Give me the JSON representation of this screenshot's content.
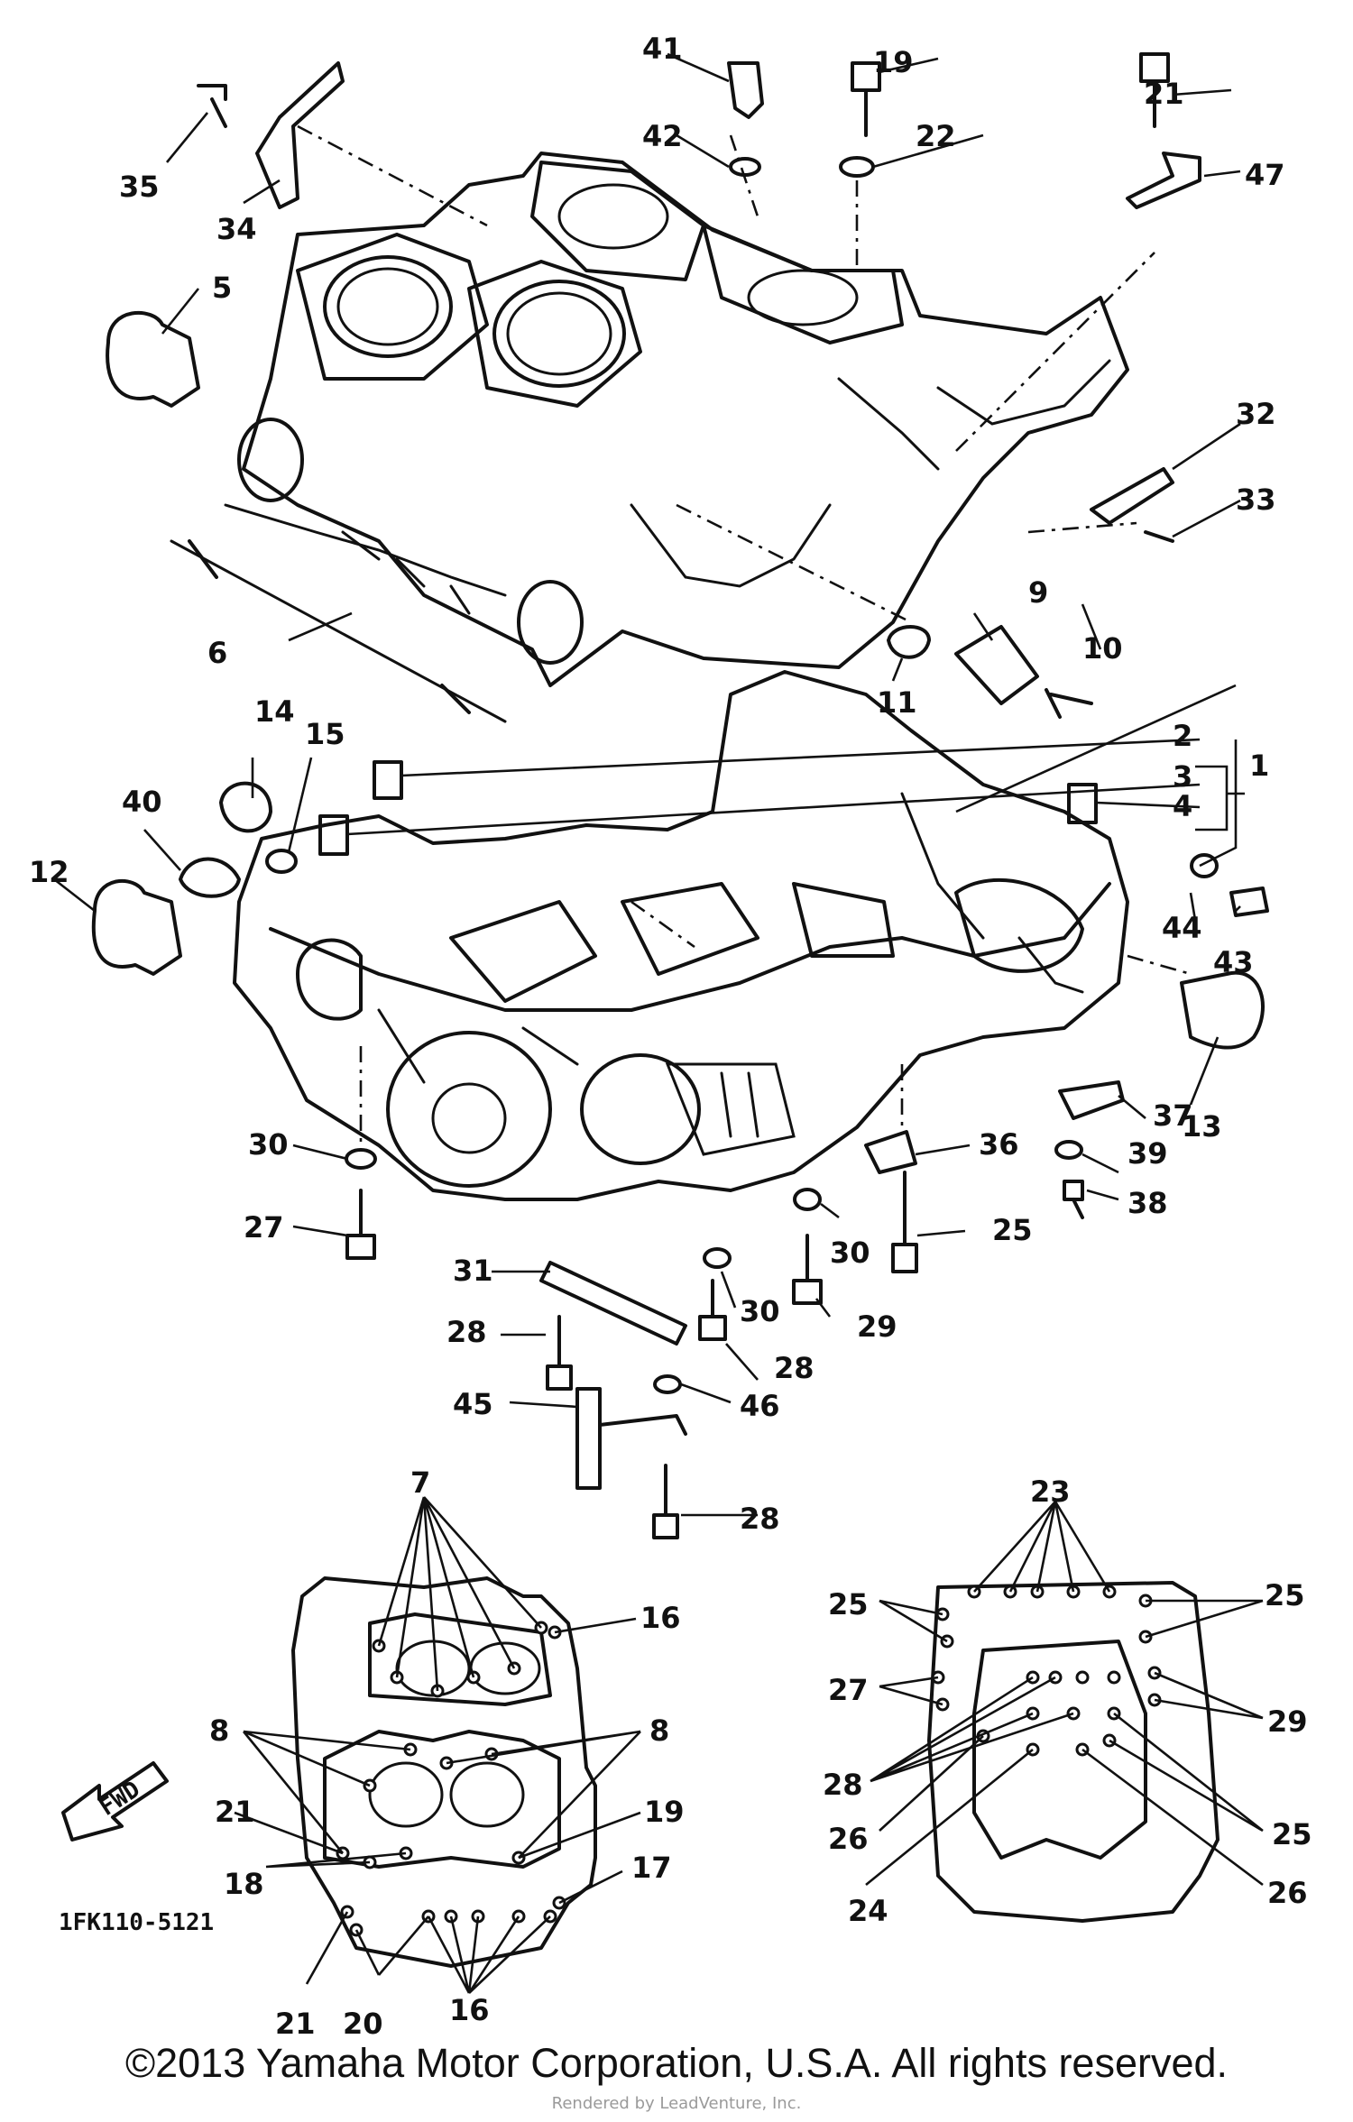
{
  "callouts": [
    "1",
    "2",
    "3",
    "4",
    "5",
    "6",
    "7",
    "8",
    "9",
    "10",
    "11",
    "12",
    "13",
    "14",
    "15",
    "16",
    "17",
    "18",
    "19",
    "20",
    "21",
    "22",
    "23",
    "24",
    "25",
    "26",
    "27",
    "28",
    "29",
    "30",
    "31",
    "32",
    "33",
    "34",
    "35",
    "36",
    "37",
    "38",
    "39",
    "40",
    "41",
    "42",
    "43",
    "44",
    "45",
    "46",
    "47"
  ],
  "labels": {
    "l1": "1",
    "l2": "2",
    "l3": "3",
    "l4": "4",
    "l5": "5",
    "l6": "6",
    "l7": "7",
    "l8a": "8",
    "l8b": "8",
    "l9": "9",
    "l10": "10",
    "l11": "11",
    "l12": "12",
    "l13": "13",
    "l14": "14",
    "l15": "15",
    "l16a": "16",
    "l16b": "16",
    "l17": "17",
    "l18": "18",
    "l19a": "19",
    "l19b": "19",
    "l20": "20",
    "l21a": "21",
    "l21b": "21",
    "l21c": "21",
    "l22": "22",
    "l23": "23",
    "l24": "24",
    "l25a": "25",
    "l25b": "25",
    "l25c": "25",
    "l25d": "25",
    "l26a": "26",
    "l26b": "26",
    "l27a": "27",
    "l27b": "27",
    "l28a": "28",
    "l28b": "28",
    "l28c": "28",
    "l28d": "28",
    "l29a": "29",
    "l29b": "29",
    "l30a": "30",
    "l30b": "30",
    "l30c": "30",
    "l31": "31",
    "l32": "32",
    "l33": "33",
    "l34": "34",
    "l35": "35",
    "l36": "36",
    "l37": "37",
    "l38": "38",
    "l39": "39",
    "l40": "40",
    "l41": "41",
    "l42": "42",
    "l43": "43",
    "l44": "44",
    "l45": "45",
    "l46": "46",
    "l47": "47"
  },
  "figure_code": "1FK110-5121",
  "fwd_label": "FWD",
  "copyright": "©2013 Yamaha Motor Corporation, U.S.A. All rights reserved.",
  "rendered_by": "Rendered by LeadVenture, Inc."
}
